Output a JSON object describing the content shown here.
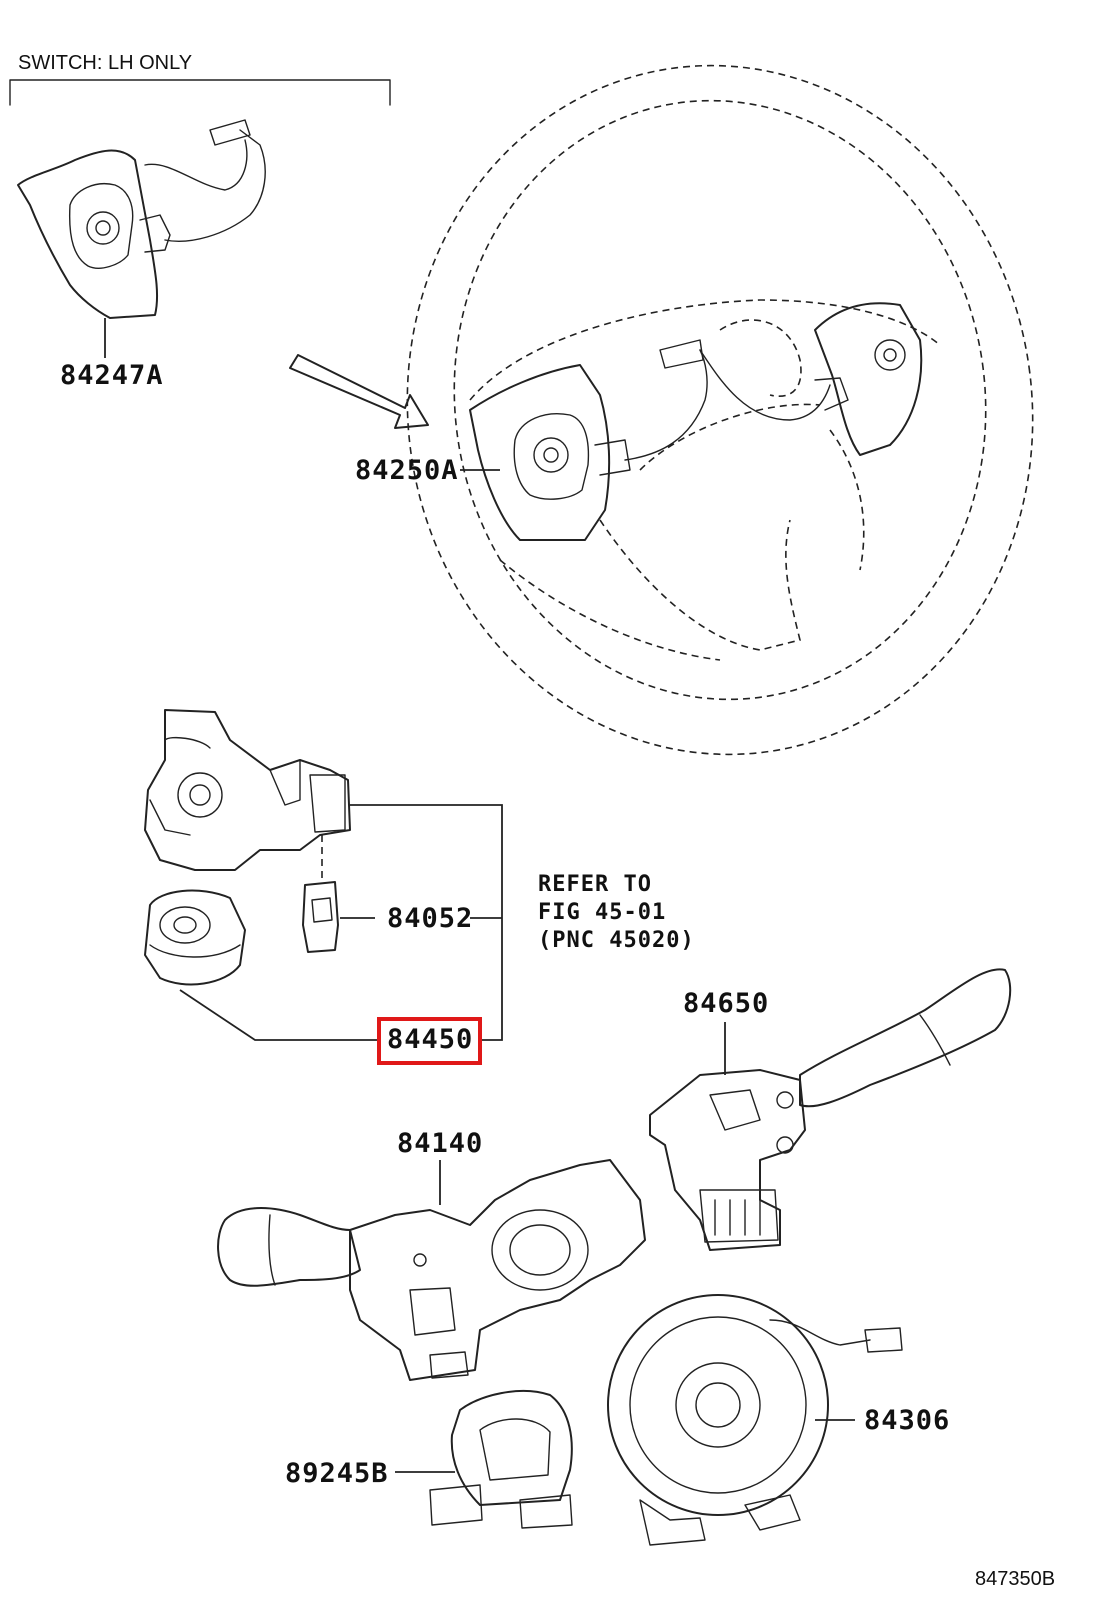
{
  "header_note": "SWITCH: LH ONLY",
  "refer_note": {
    "line1": "REFER TO",
    "line2": "FIG 45-01",
    "line3": "(PNC 45020)"
  },
  "parts": {
    "p84247A": "84247A",
    "p84250A": "84250A",
    "p84052": "84052",
    "p84450": "84450",
    "p84650": "84650",
    "p84140": "84140",
    "p84306": "84306",
    "p89245B": "89245B"
  },
  "drawing_code": "847350B",
  "highlight_color": "#e01818"
}
